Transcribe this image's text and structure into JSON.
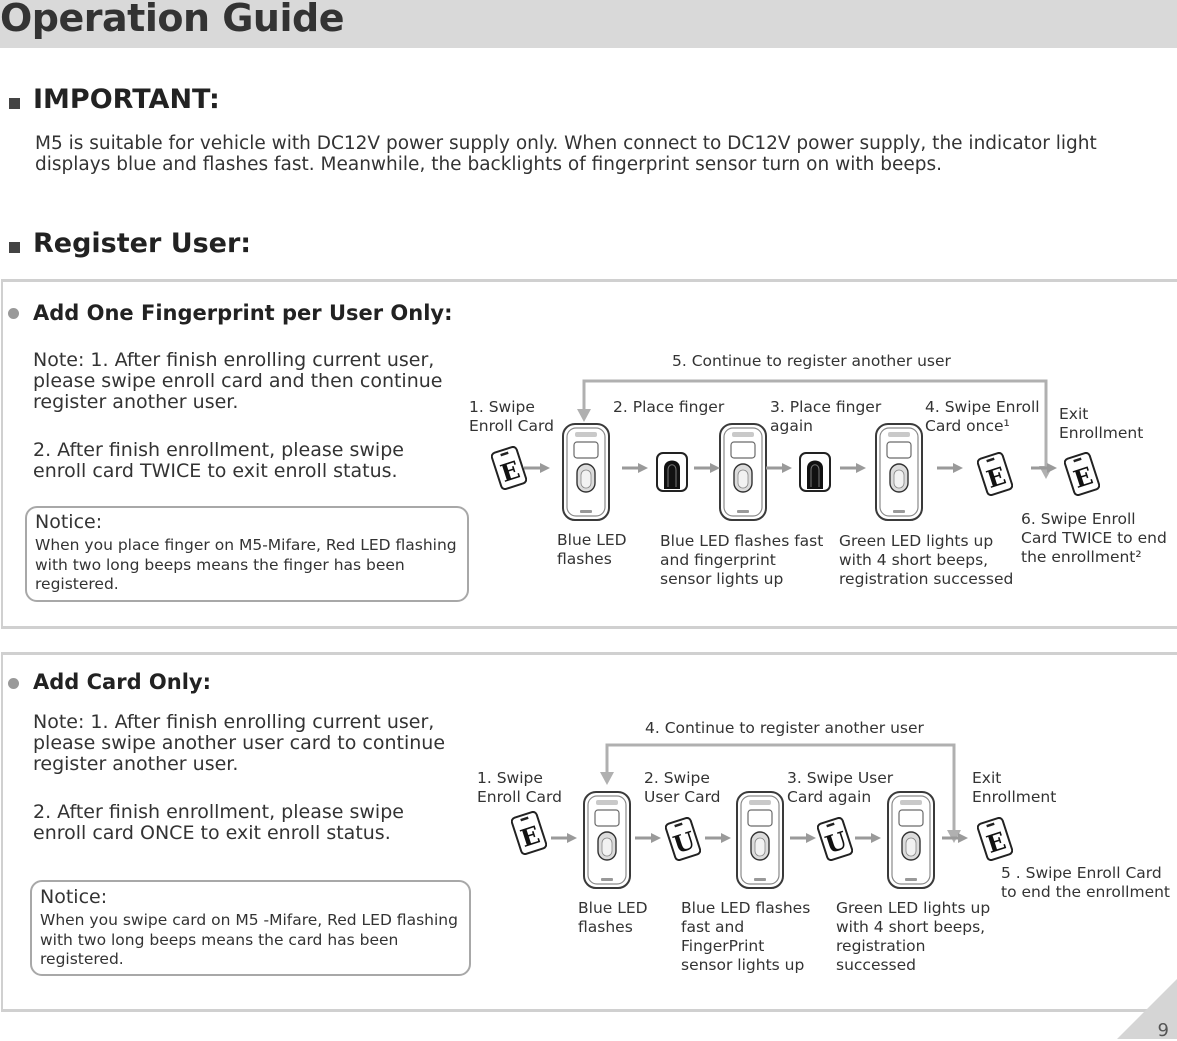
{
  "header": {
    "title": "Operation Guide"
  },
  "important": {
    "heading": "IMPORTANT:",
    "line1": "M5 is suitable for vehicle with DC12V power supply only. When connect to DC12V power supply, the indicator light",
    "line2": "displays blue and flashes fast. Meanwhile, the backlights of fingerprint sensor turn on with beeps."
  },
  "register": {
    "heading": "Register User:"
  },
  "fingerprint": {
    "heading": "Add One Fingerprint per User Only:",
    "note1": [
      "Note: 1. After finish enrolling current user,",
      "please swipe enroll card and then continue",
      "register another user."
    ],
    "note2": [
      "2. After finish enrollment, please swipe",
      "enroll card TWICE to exit enroll status."
    ],
    "notice_heading": "Notice:",
    "notice_body": [
      "When you place finger on M5-Mifare, Red LED flashing",
      "with two long beeps means the finger has been",
      "registered."
    ],
    "loop_label": "5. Continue to register another user",
    "step1": [
      "1. Swipe",
      "Enroll Card"
    ],
    "step2": [
      "2. Place finger"
    ],
    "step3": [
      "3. Place finger",
      "again"
    ],
    "step4": [
      "4. Swipe Enroll",
      "Card once¹"
    ],
    "exit": [
      "Exit",
      "Enrollment"
    ],
    "step6": [
      "6. Swipe Enroll",
      "Card TWICE to end",
      "the enrollment²"
    ],
    "state1": [
      "Blue LED",
      "flashes"
    ],
    "state2": [
      "Blue LED flashes fast",
      "and fingerprint",
      "sensor lights up"
    ],
    "state3": [
      "Green LED lights up",
      "with 4 short beeps,",
      "registration successed"
    ],
    "card_letter": "E"
  },
  "card": {
    "heading": "Add Card Only:",
    "note1": [
      "Note: 1. After finish enrolling current user,",
      "please swipe another user card to continue",
      "register another user."
    ],
    "note2": [
      "2. After finish enrollment, please swipe",
      "enroll card ONCE  to exit enroll status."
    ],
    "notice_heading": "Notice:",
    "notice_body": [
      "When you swipe card on M5 -Mifare, Red LED flashing",
      "with two long beeps means the card has been",
      "registered."
    ],
    "loop_label": "4. Continue to register another user",
    "step1": [
      "1. Swipe",
      "Enroll Card"
    ],
    "step2": [
      "2. Swipe",
      "User Card"
    ],
    "step3": [
      "3. Swipe User",
      "Card again"
    ],
    "exit": [
      "Exit",
      "Enrollment"
    ],
    "step5": [
      "5 . Swipe Enroll Card",
      "to end the enrollment"
    ],
    "state1": [
      "Blue LED",
      "flashes"
    ],
    "state2": [
      "Blue LED flashes",
      "fast and",
      "FingerPrint",
      "sensor lights up"
    ],
    "state3": [
      "Green LED lights up",
      "with 4 short beeps,",
      "registration",
      "successed"
    ],
    "enroll_letter": "E",
    "user_letter": "U"
  },
  "footer": {
    "page_number": "9"
  }
}
